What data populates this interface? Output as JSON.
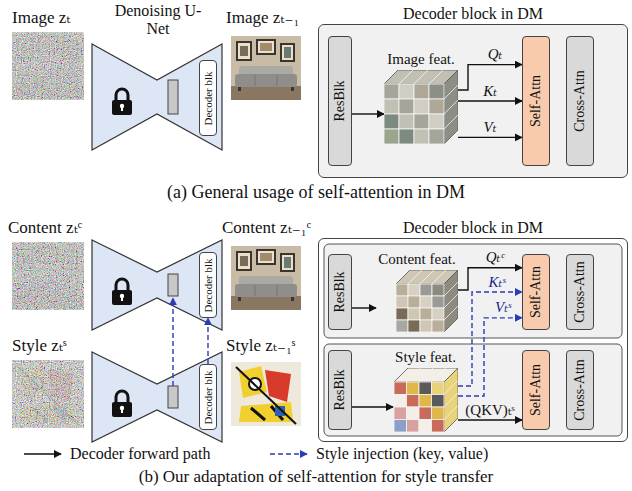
{
  "diagram": {
    "nodes": [
      {
        "text": [
          "Decoder blk"
        ]
      },
      {
        "text": [
          "Decoder block in DM"
        ]
      },
      {
        "text": [
          "ResBlk"
        ],
        "in": 1
      },
      {
        "text": [
          "Image feat."
        ],
        "in": 1
      },
      {
        "text": [
          "Self-Attn"
        ],
        "in": 1
      },
      {
        "text": [
          "Cross-Attn"
        ],
        "in": 1
      },
      {
        "text": [
          "Decoder blk"
        ]
      },
      {
        "text": [
          "Decoder blk"
        ]
      },
      {
        "text": [
          "Decoder block in DM"
        ]
      },
      {
        "text": [
          "ResBlk"
        ],
        "in": 8
      },
      {
        "text": [
          "Content feat."
        ],
        "in": 8
      },
      {
        "text": [
          "Self-Attn"
        ],
        "in": 8
      },
      {
        "text": [
          "Cross-Attn"
        ],
        "in": 8
      },
      {
        "text": [
          "ResBlk"
        ],
        "in": 8
      },
      {
        "text": [
          "Style feat."
        ],
        "in": 8
      },
      {
        "text": [
          "Self-Attn"
        ],
        "in": 8
      },
      {
        "text": [
          "Cross-Attn"
        ],
        "in": 8
      }
    ],
    "edges": [
      {
        "from": 2,
        "to": 3,
        "arrow": "to"
      },
      {
        "from": 3,
        "to": 4,
        "label": "Qₜ",
        "arrow": "to"
      },
      {
        "from": 3,
        "to": 4,
        "label": "Kₜ",
        "arrow": "to"
      },
      {
        "from": 3,
        "to": 4,
        "label": "Vₜ",
        "arrow": "to"
      },
      {
        "from": 7,
        "to": 6,
        "arrow": "to"
      },
      {
        "from": 9,
        "to": 10,
        "arrow": "to"
      },
      {
        "from": 10,
        "to": 11,
        "label": "Qₜᶜ",
        "arrow": "to"
      },
      {
        "from": 14,
        "to": 11,
        "label": "Kₜˢ",
        "arrow": "to"
      },
      {
        "from": 14,
        "to": 11,
        "label": "Vₜˢ",
        "arrow": "to"
      },
      {
        "from": 13,
        "to": 14,
        "arrow": "to"
      },
      {
        "from": 14,
        "to": 15,
        "label": "(QKV)ₜˢ",
        "arrow": "to"
      }
    ],
    "labels": [
      "Image zₜ",
      "Denoising U-Net",
      "Image zₜ₋₁",
      "(a) General usage of self-attention in DM",
      "Content zₜᶜ",
      "Content zₜ₋₁ᶜ",
      "Style zₜˢ",
      "Style zₜ₋₁ˢ",
      "(b) Our adaptation of self-attention for style transfer"
    ],
    "legend": [
      {
        "text": "Decoder forward path"
      },
      {
        "text": "Style injection (key, value)"
      }
    ]
  }
}
